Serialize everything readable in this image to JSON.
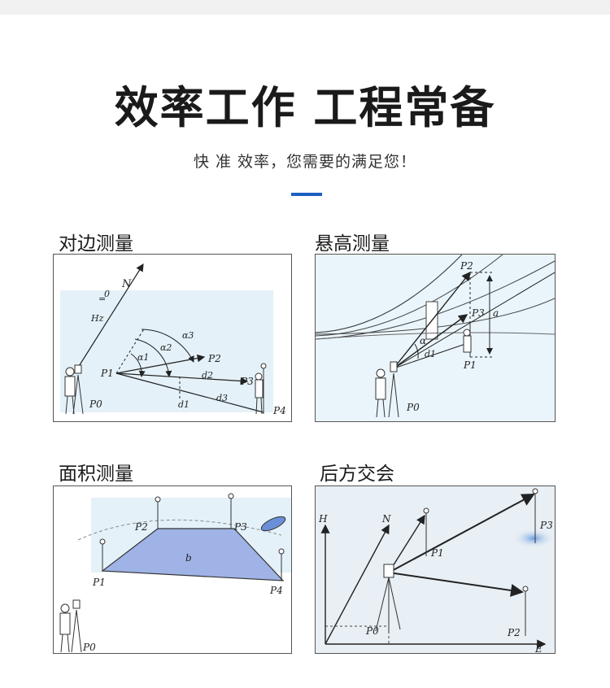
{
  "header": {
    "title": "效率工作 工程常备",
    "subtitle": "快 准 效率，您需要的满足您！"
  },
  "colors": {
    "accent": "#1a5fc0",
    "panel_fill": "#e4f1f8",
    "area_fill": "#9fb3e6"
  },
  "panels": [
    {
      "title": "对边测量",
      "labels": {
        "n": "N",
        "zero": "0",
        "eq": "=",
        "hz": "Hz",
        "p0": "P0",
        "p1": "P1",
        "p2": "P2",
        "p3": "P3",
        "p4": "P4",
        "a1": "α1",
        "a2": "α2",
        "a3": "α3",
        "d1": "d1",
        "d2": "d2",
        "d3": "d3"
      }
    },
    {
      "title": "悬高测量",
      "labels": {
        "p0": "P0",
        "p1": "P1",
        "p2": "P2",
        "p3": "P3",
        "alpha": "α",
        "a": "a",
        "d1": "d1"
      }
    },
    {
      "title": "面积测量",
      "labels": {
        "p0": "P0",
        "p1": "P1",
        "p2": "P2",
        "p3": "P3",
        "p4": "P4",
        "b": "b"
      }
    },
    {
      "title": "后方交会",
      "labels": {
        "h": "H",
        "n": "N",
        "e": "E",
        "p0": "P0",
        "p1": "P1",
        "p2": "P2",
        "p3": "P3"
      }
    }
  ]
}
